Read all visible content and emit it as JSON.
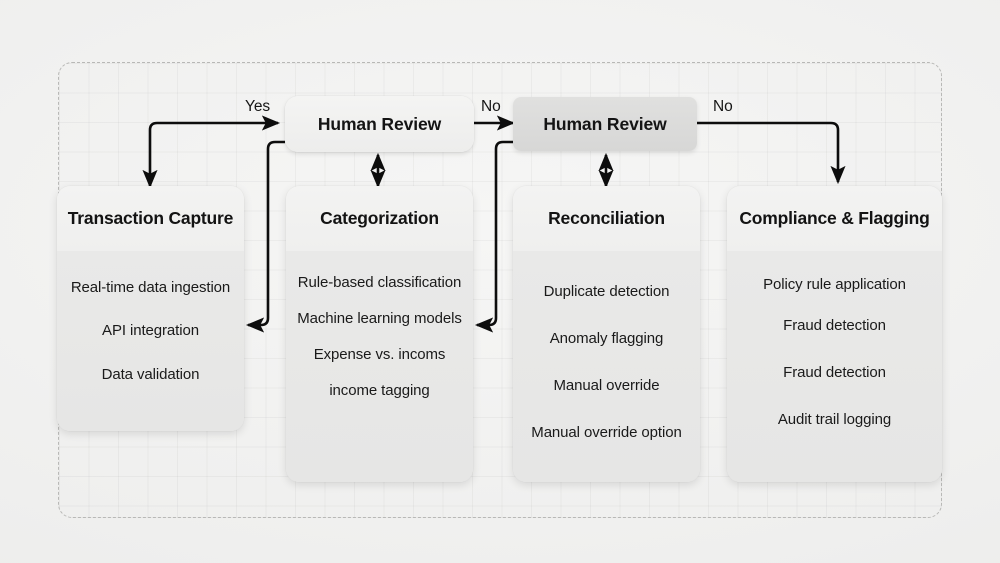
{
  "diagram": {
    "decision_nodes": [
      {
        "id": "human-review-1",
        "label": "Human Review",
        "variant": "light"
      },
      {
        "id": "human-review-2",
        "label": "Human Review",
        "variant": "dark"
      }
    ],
    "edge_labels": [
      {
        "id": "edge-label-yes",
        "text": "Yes"
      },
      {
        "id": "edge-label-no-1",
        "text": "No"
      },
      {
        "id": "edge-label-no-2",
        "text": "No"
      }
    ],
    "stages": [
      {
        "id": "transaction-capture",
        "title": "Transaction Capture",
        "items": [
          "Real-time data ingestion",
          "API integration",
          "Data validation"
        ]
      },
      {
        "id": "categorization",
        "title": "Categorization",
        "items": [
          "Rule-based classification",
          "Machine learning models",
          "Expense vs. incoms",
          "income tagging"
        ]
      },
      {
        "id": "reconciliation",
        "title": "Reconciliation",
        "items": [
          "Duplicate detection",
          "Anomaly flagging",
          "Manual override",
          "Manual override option"
        ]
      },
      {
        "id": "compliance-flagging",
        "title": "Compliance & Flagging",
        "items": [
          "Policy rule application",
          "Fraud detection",
          "Fraud detection",
          "Audit trail logging"
        ]
      }
    ],
    "colors": {
      "canvas_background": "#f0f0ef",
      "card_header": "#f1f1f0",
      "card_body": "#e8e8e7",
      "decision_light": "#f0f0ef",
      "decision_dark": "#dcdcdb",
      "connector": "#0d0d0d",
      "frame_border": "#b8b8b6",
      "text_primary": "#141414"
    }
  }
}
